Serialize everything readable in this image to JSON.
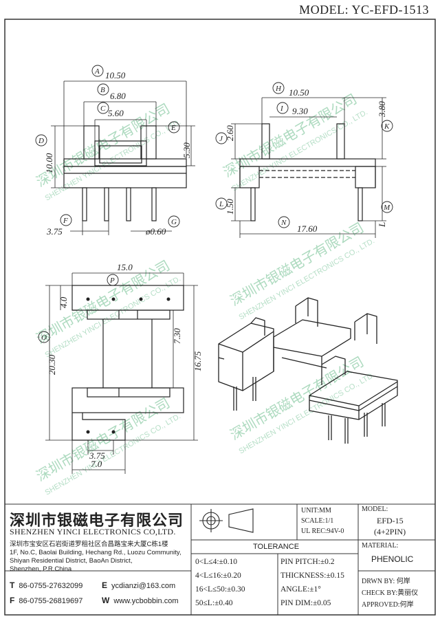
{
  "model_header": "MODEL:  YC-EFD-1513",
  "dimensions": {
    "A": "10.50",
    "B": "6.80",
    "C": "5.60",
    "E": "5.30",
    "D": "10.00",
    "F": "3.75",
    "G": "ø0.60",
    "H": "10.50",
    "I": "9.30",
    "J": "2.60",
    "K": "3.80",
    "L": "1.50",
    "M": "L",
    "N": "17.60",
    "P": "15.0",
    "p_sub": "4.0",
    "O": "20.30",
    "inner1": "7.30",
    "inner2": "16.75",
    "bot1": "3.75",
    "bot2": "7.0"
  },
  "labels": [
    "A",
    "B",
    "C",
    "D",
    "E",
    "F",
    "G",
    "H",
    "I",
    "J",
    "K",
    "L",
    "M",
    "N",
    "O",
    "P"
  ],
  "watermark": {
    "cn": "深圳市银磁电子有限公司",
    "en": "SHENZHEN YINCI ELECTRONICS CO., LTD."
  },
  "title_block": {
    "company_cn": "深圳市银磁电子有限公司",
    "company_en": "SHENZHEN YINCI ELECTRONICS CO,LTD.",
    "address_cn": "深圳市宝安区石岩街道罗租社区合昌路宝来大厦C栋1楼",
    "address_en1": "1F, No.C, Baolai Building, Hechang Rd., Luozu Community,",
    "address_en2": "Shiyan Residential District, BaoAn District,",
    "address_en3": "Shenzhen, P.R.China",
    "tel_label": "T",
    "tel": "86-0755-27632099",
    "fax_label": "F",
    "fax": "86-0755-26819697",
    "email_label": "E",
    "email": "ycdianzi@163.com",
    "web_label": "W",
    "web": "www.ycbobbin.com",
    "unit": "UNIT:MM",
    "scale": "SCALE:1/1",
    "ul_rec": "UL REC:94V-0",
    "tolerance_title": "TOLERANCE",
    "tol": [
      "0<L≤4:±0.10",
      "4<L≤16:±0.20",
      "16<L≤50:±0.30",
      "50≤L:±0.40"
    ],
    "tol2": [
      "PIN PITCH:±0.2",
      "THICKNESS:±0.15",
      "ANGLE:±1°",
      "PIN DIM:±0.05"
    ],
    "model_label": "MODEL:",
    "model_value": "EFD-15",
    "model_pins": "(4+2PIN)",
    "material_label": "MATERIAL:",
    "material_value": "PHENOLIC",
    "drwn": "DRWN BY: 何岸",
    "check": "CHECK BY:黄丽仪",
    "approved": "APPROVED:何岸"
  }
}
